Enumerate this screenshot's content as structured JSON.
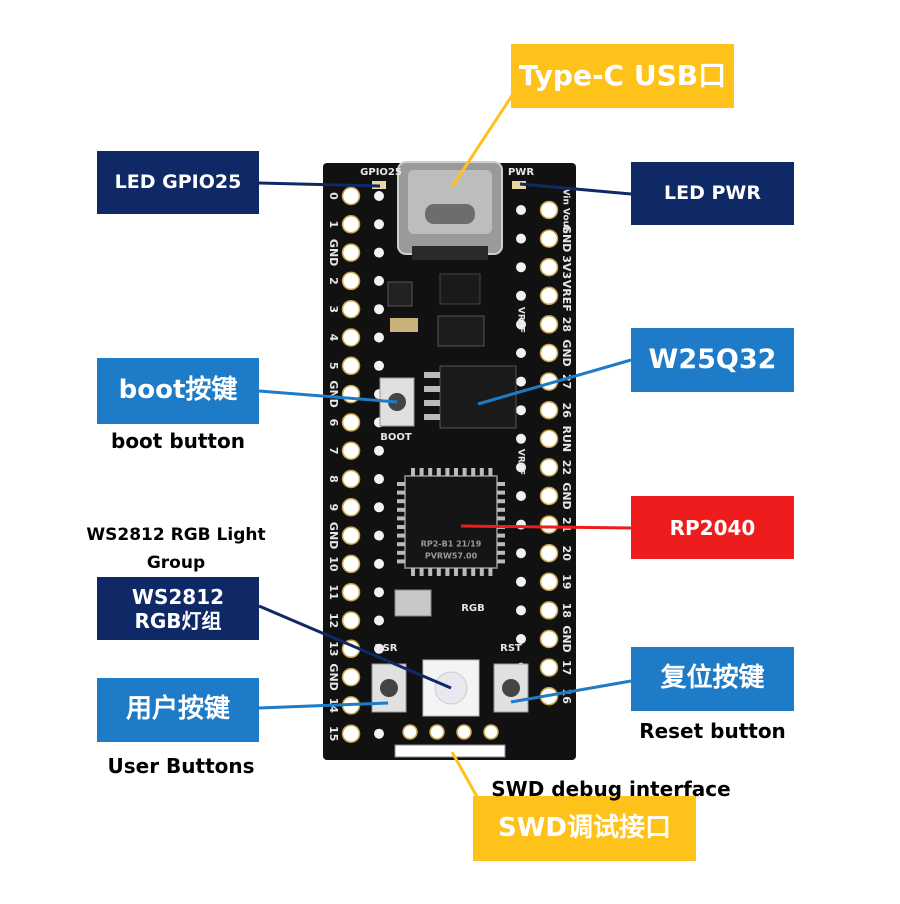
{
  "colors": {
    "navy": "#0f2866",
    "blue": "#1d7bc8",
    "yellow": "#ffc21a",
    "red": "#ee1c1c",
    "board": "#111111",
    "gold": "#c9a84a",
    "leader_navy": "#0f2866",
    "leader_blue": "#1d7bc8",
    "leader_yellow": "#ffc21a",
    "leader_red": "#ee1c1c"
  },
  "callouts": {
    "type_c": "Type-C USB口",
    "led_gpio25": "LED GPIO25",
    "led_pwr": "LED PWR",
    "boot_cn": "boot按键",
    "w25q32": "W25Q32",
    "rp2040": "RP2040",
    "ws2812_cn": "WS2812\nRGB灯组",
    "user_cn": "用户按键",
    "reset_cn": "复位按键",
    "swd_cn": "SWD调试接口"
  },
  "captions": {
    "boot_en": "boot button",
    "ws2812_en": "WS2812 RGB Light Group",
    "user_en": "User Buttons",
    "reset_en": "Reset button",
    "swd_en": "SWD debug interface"
  },
  "board": {
    "left_pins": [
      "0",
      "1",
      "GND",
      "2",
      "3",
      "4",
      "5",
      "GND",
      "6",
      "7",
      "8",
      "9",
      "GND",
      "10",
      "11",
      "12",
      "13",
      "GND",
      "14",
      "15"
    ],
    "right_pins": [
      "Vin Vout",
      "GND",
      "3V3",
      "VREF",
      "28",
      "GND",
      "27",
      "26",
      "RUN",
      "22",
      "GND",
      "21",
      "20",
      "19",
      "18",
      "GND",
      "17",
      "16"
    ],
    "top_left_label": "GPIO25",
    "top_right_label": "PWR",
    "boot_label": "BOOT",
    "usr_label": "USR",
    "rst_label": "RST",
    "rgb_label": "RGB",
    "chip_label": "RP2-B1 21/19\nPVRW57.00",
    "vref_label": "VREF"
  }
}
